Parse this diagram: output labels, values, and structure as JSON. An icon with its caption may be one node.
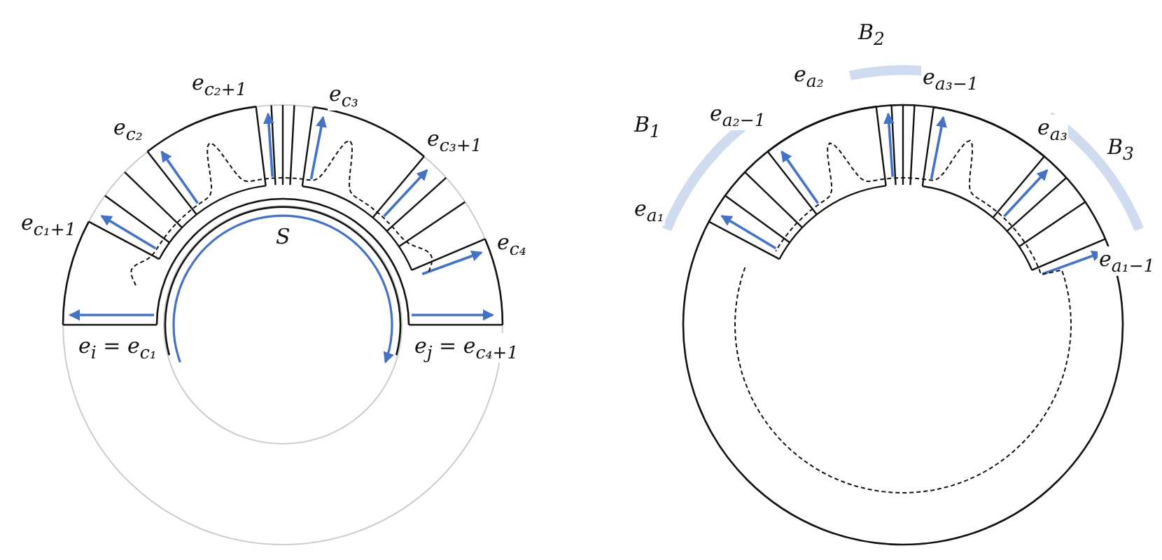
{
  "diagram": {
    "labels": [
      "e$_{c₁+1}$",
      "e$_{c₂}$",
      "e$_{c₂+1}$",
      "e$_{c₃}$",
      "e$_{c₃+1}$",
      "e$_{c₄}$",
      "S",
      "e$_{i}$ = e$_{c₁}$",
      "e$_{j}$ = e$_{c₄+1}$",
      "B$_{1}$",
      "B$_{2}$",
      "B$_{3}$",
      "e$_{a₁}$",
      "e$_{a₂−1}$",
      "e$_{a₂}$",
      "e$_{a₃−1}$",
      "e$_{a₃}$",
      "e$_{a₁−1}$"
    ]
  }
}
